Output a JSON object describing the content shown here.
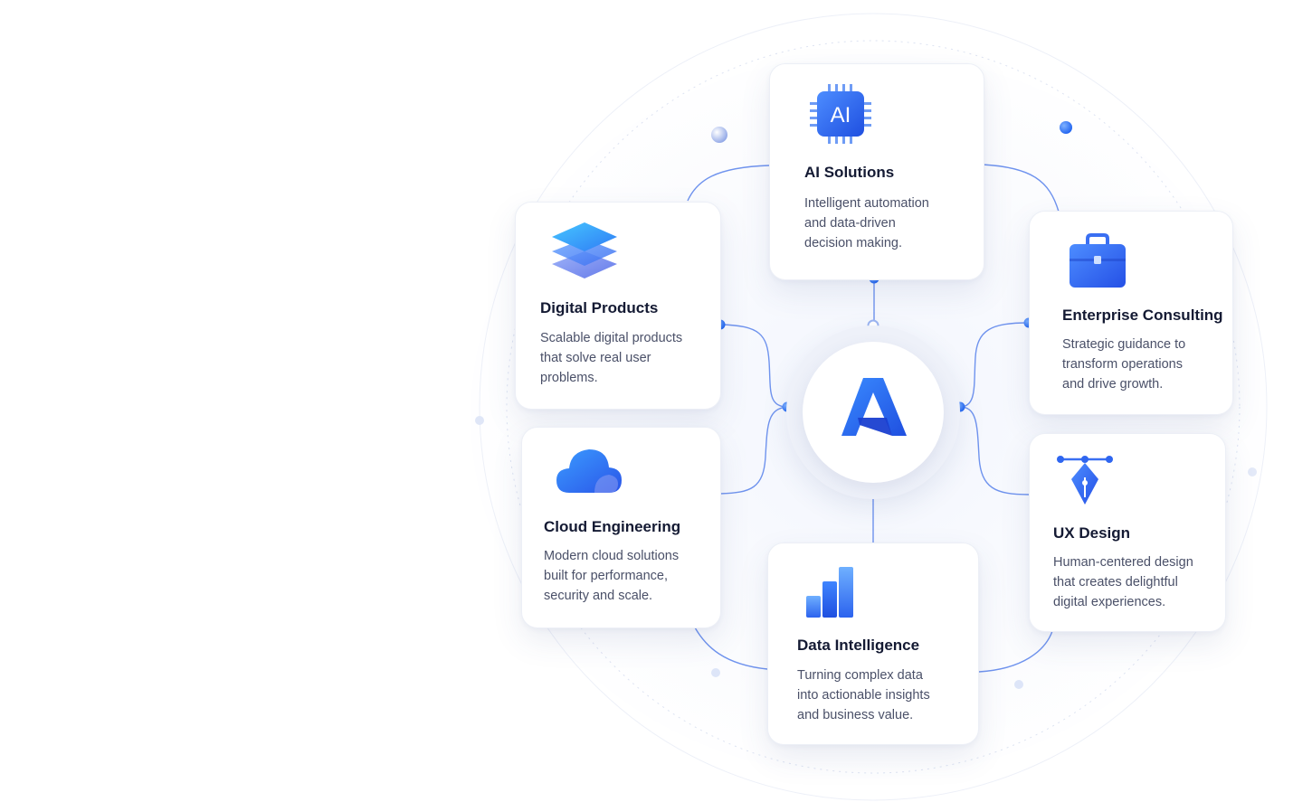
{
  "hub": {
    "logo": "A-logo-icon"
  },
  "services": [
    {
      "id": "ai",
      "icon": "ai-chip-icon",
      "icon_text": "AI",
      "title": "AI Solutions",
      "desc": [
        "Intelligent automation",
        "and data-driven",
        "decision making."
      ]
    },
    {
      "id": "digital",
      "icon": "layers-icon",
      "title": "Digital Products",
      "desc": [
        "Scalable digital products",
        "that solve real user",
        "problems."
      ]
    },
    {
      "id": "enterprise",
      "icon": "briefcase-icon",
      "title": "Enterprise Consulting",
      "desc": [
        "Strategic guidance to",
        "transform operations",
        "and drive growth."
      ]
    },
    {
      "id": "cloud",
      "icon": "cloud-icon",
      "title": "Cloud Engineering",
      "desc": [
        "Modern cloud solutions",
        "built for performance,",
        "security and scale."
      ]
    },
    {
      "id": "ux",
      "icon": "pen-tool-icon",
      "title": "UX Design",
      "desc": [
        "Human-centered design",
        "that creates delightful",
        "digital experiences."
      ]
    },
    {
      "id": "data",
      "icon": "bar-chart-icon",
      "title": "Data Intelligence",
      "desc": [
        "Turning complex data",
        "into actionable insights",
        "and business value."
      ]
    }
  ],
  "colors": {
    "primary": "#2f5ff0",
    "accent": "#3b82f6",
    "connector": "#6f93ee",
    "title": "#141a33",
    "text": "#4a5068"
  }
}
